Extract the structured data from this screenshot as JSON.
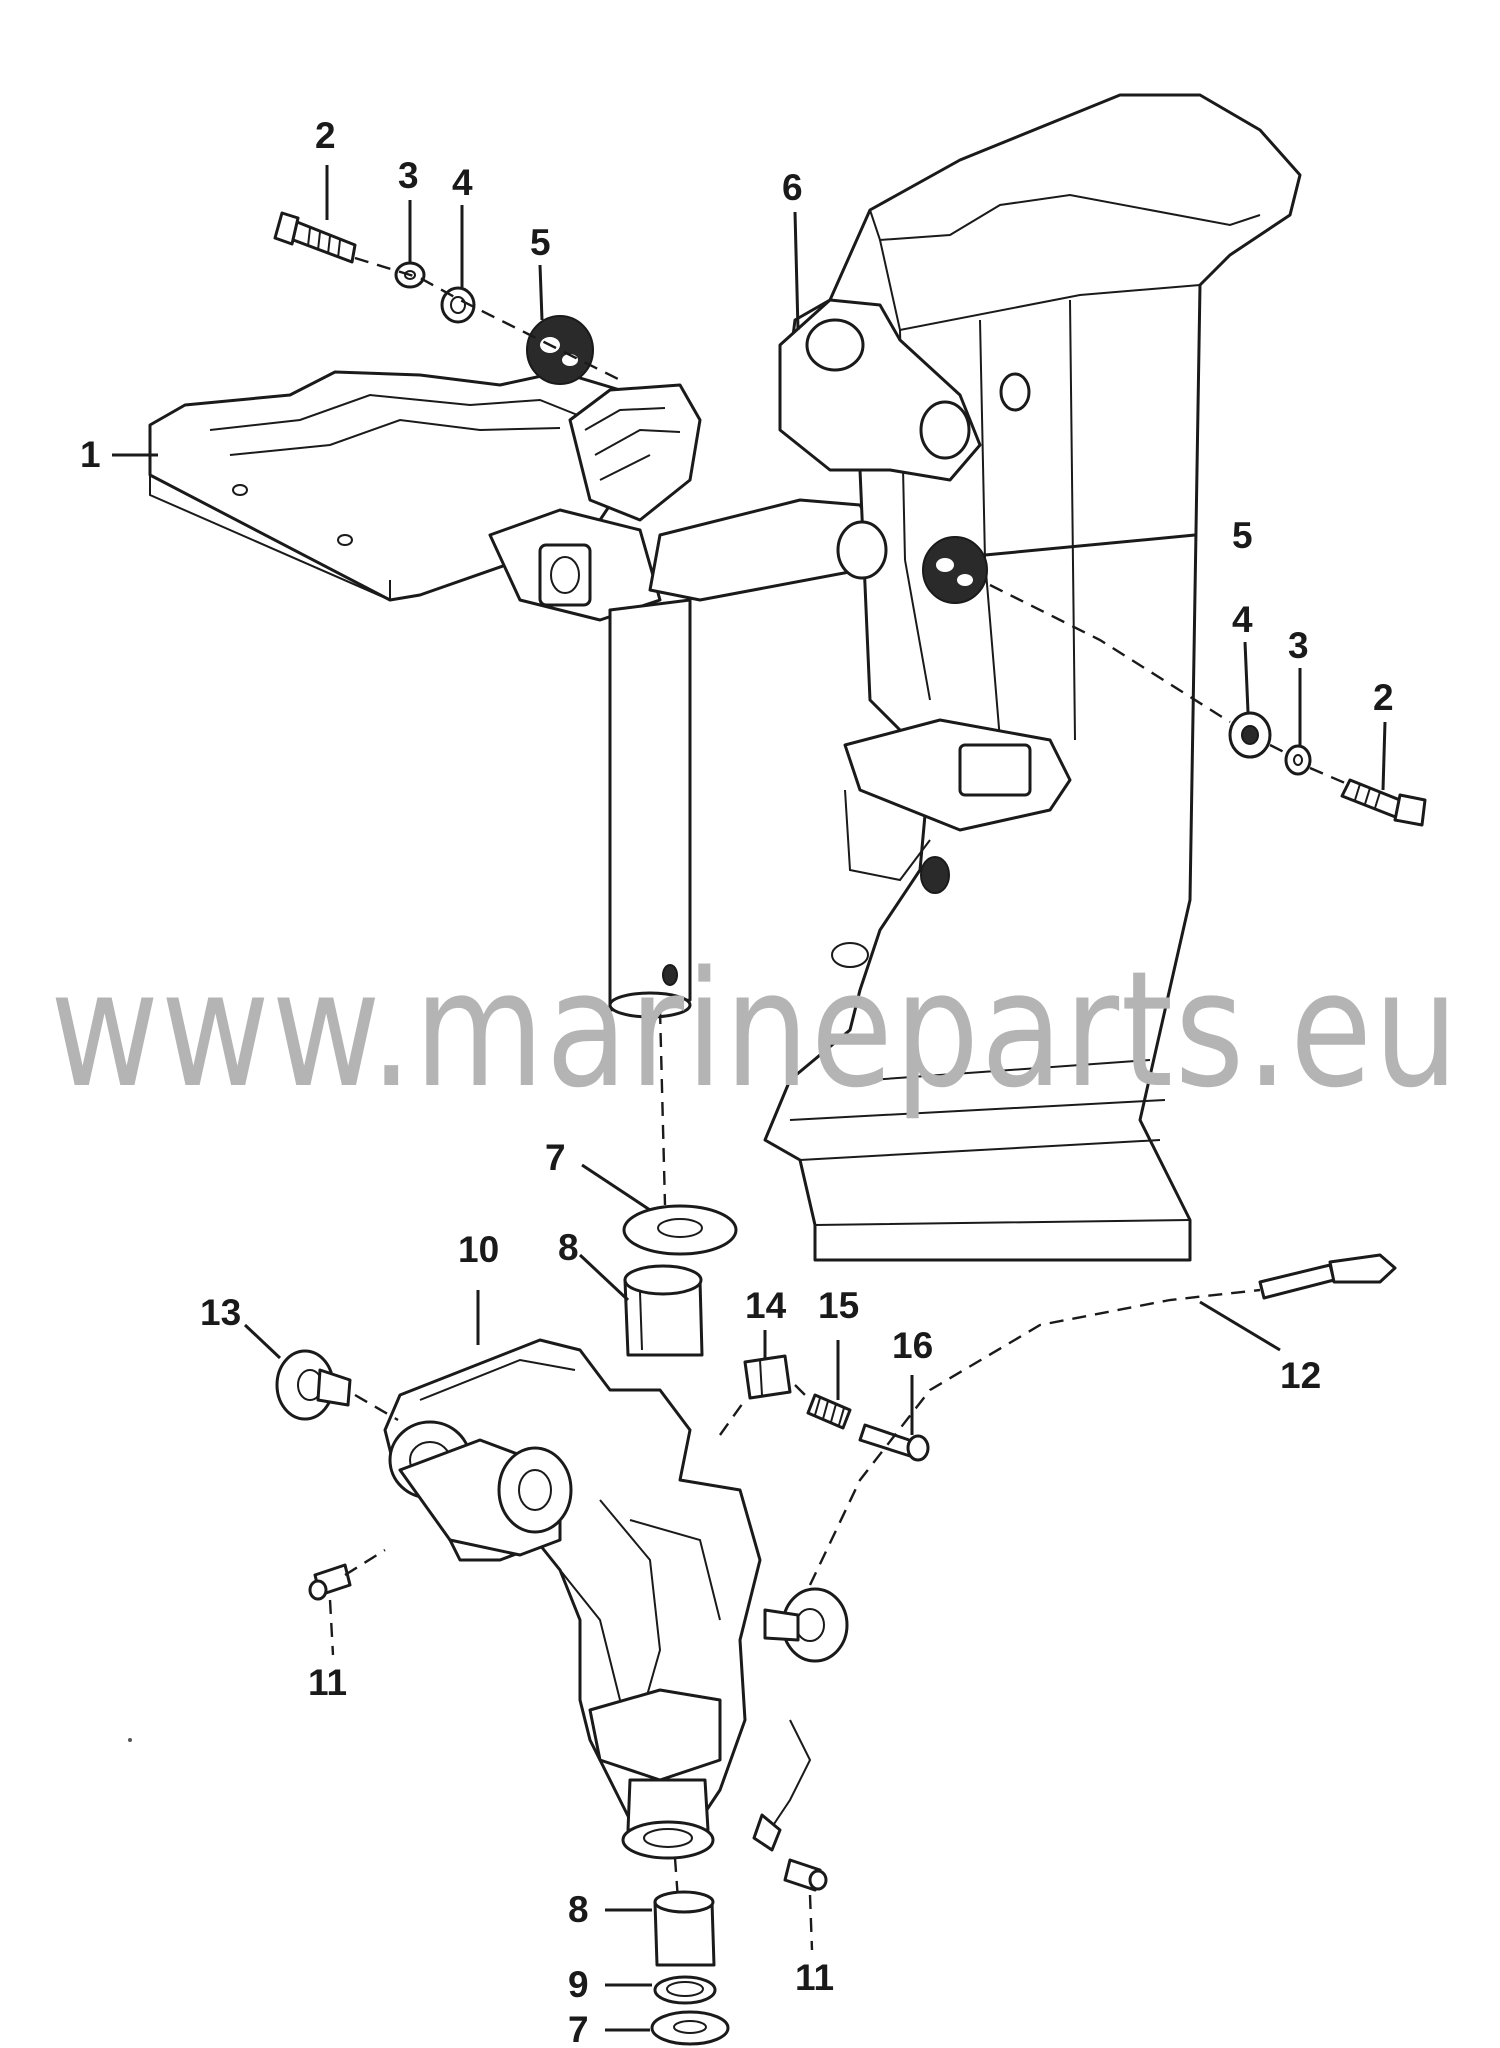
{
  "diagram": {
    "watermark": "www.marineparts.eu",
    "callouts": {
      "c1": "1",
      "c2a": "2",
      "c3a": "3",
      "c4a": "4",
      "c5a": "5",
      "c6": "6",
      "c5b": "5",
      "c4b": "4",
      "c3b": "3",
      "c2b": "2",
      "c7a": "7",
      "c8a": "8",
      "c10": "10",
      "c13": "13",
      "c14": "14",
      "c15": "15",
      "c16": "16",
      "c12": "12",
      "c11a": "11",
      "c8b": "8",
      "c9": "9",
      "c7b": "7",
      "c11b": "11"
    }
  }
}
